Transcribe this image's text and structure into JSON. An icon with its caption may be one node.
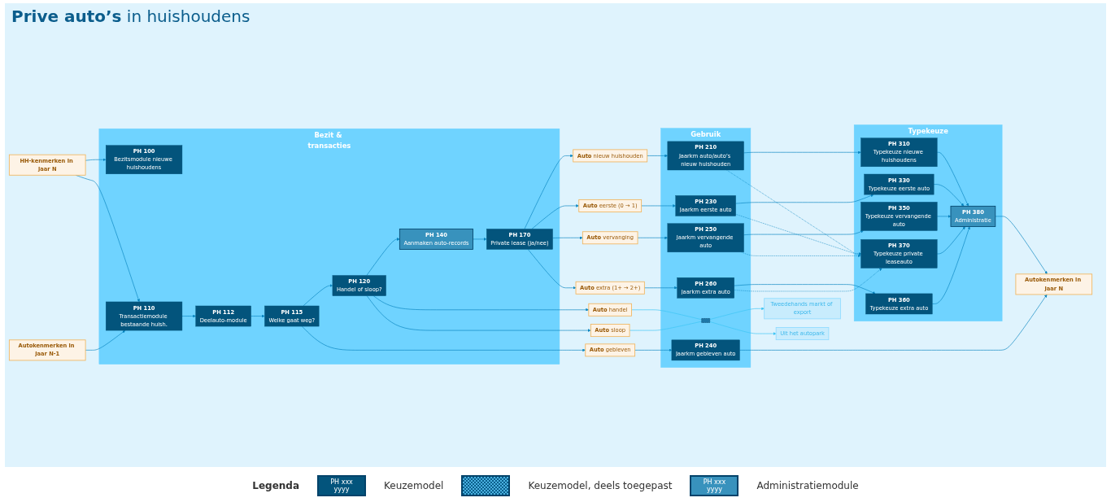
{
  "diagram": {
    "title": "**Prive auto’s** in huishoudens",
    "nodes": [
      {
        "text": [
          "HH-kenmerken in jaar N"
        ]
      },
      {
        "text": [
          "Autokenmerken in jaar N-1"
        ]
      },
      {
        "text": [
          "Bezit & transacties"
        ]
      },
      {
        "text": [
          "PH 100",
          "Bezitsmodule nieuwe huishoudens"
        ],
        "in": 2
      },
      {
        "text": [
          "PH 110",
          "Transactiemodule bestaande huish."
        ],
        "in": 2
      },
      {
        "text": [
          "PH 112",
          "Deelauto-module"
        ],
        "in": 2
      },
      {
        "text": [
          "PH 115",
          "Welke gaat weg?"
        ],
        "in": 2
      },
      {
        "text": [
          "PH 120",
          "Handel of sloop?"
        ],
        "in": 2
      },
      {
        "text": [
          "PH 140",
          "Aanmaken auto-records"
        ],
        "in": 2
      },
      {
        "text": [
          "PH 170",
          "Private lease (ja/nee)"
        ],
        "in": 2
      },
      {
        "text": [
          "**Auto** nieuw huishouden"
        ]
      },
      {
        "text": [
          "**Auto** eerste (0 → 1)"
        ]
      },
      {
        "text": [
          "**Auto** gebleven"
        ]
      },
      {
        "text": [
          "**Auto** handel"
        ]
      },
      {
        "text": [
          "**Auto** sloop"
        ]
      },
      {
        "text": [
          "**Auto** vervanging"
        ]
      },
      {
        "text": [
          "**Auto** extra (1+ → 2+)"
        ]
      },
      {
        "text": [
          "Gebruik"
        ]
      },
      {
        "text": [
          "PH 210",
          "Jaarkm auto/auto’s nieuw huishouden"
        ],
        "in": 17
      },
      {
        "text": [
          "PH 230",
          "Jaarkm eerste auto"
        ],
        "in": 17
      },
      {
        "text": [
          "PH 240",
          "Jaarkm gebleven auto"
        ],
        "in": 17
      },
      {
        "text": [],
        "shape": "box",
        "in": 17
      },
      {
        "text": [
          "PH 250",
          "Jaarkm vervangende auto"
        ],
        "in": 17
      },
      {
        "text": [
          "PH 260",
          "Jaarkm extra auto"
        ],
        "in": 17
      },
      {
        "text": [
          "Tweedehands markt of export"
        ]
      },
      {
        "text": [
          "Uit het autopark"
        ]
      },
      {
        "text": [
          "Typekeuze"
        ]
      },
      {
        "text": [
          "PH 310",
          "Typekeuze nieuwe huishoudens"
        ],
        "in": 26
      },
      {
        "text": [
          "PH 330",
          "Typekeuze eerste auto"
        ],
        "in": 26
      },
      {
        "text": [
          "PH 350",
          "Typekeuze vervangende auto"
        ],
        "in": 26
      },
      {
        "text": [
          "PH 360",
          "Typekeuze extra auto"
        ],
        "in": 26
      },
      {
        "text": [
          "PH 370",
          "Typekeuze private leaseauto"
        ],
        "in": 26
      },
      {
        "text": [
          "PH 380",
          "Administratie"
        ],
        "in": 26
      },
      {
        "text": [
          "Autokenmerken in jaar N"
        ]
      }
    ],
    "edges": [
      {
        "from": 0,
        "to": 3,
        "arrow": "to"
      },
      {
        "from": 0,
        "to": 4,
        "arrow": "to"
      },
      {
        "from": 1,
        "to": 4,
        "arrow": "to"
      },
      {
        "from": 4,
        "to": 5,
        "arrow": "to"
      },
      {
        "from": 5,
        "to": 6,
        "arrow": "to"
      },
      {
        "from": 6,
        "to": 7,
        "arrow": "to"
      },
      {
        "from": 7,
        "to": 8,
        "arrow": "to"
      },
      {
        "from": 8,
        "to": 9,
        "arrow": "to"
      },
      {
        "from": 6,
        "to": 12,
        "arrow": "to"
      },
      {
        "from": 7,
        "to": 13,
        "arrow": "to"
      },
      {
        "from": 7,
        "to": 14,
        "arrow": "to"
      },
      {
        "from": 9,
        "to": 10,
        "arrow": "to"
      },
      {
        "from": 9,
        "to": 11,
        "arrow": "to"
      },
      {
        "from": 9,
        "to": 15,
        "arrow": "to"
      },
      {
        "from": 9,
        "to": 16,
        "arrow": "to"
      },
      {
        "from": 10,
        "to": 18,
        "arrow": "to"
      },
      {
        "from": 11,
        "to": 19,
        "arrow": "to"
      },
      {
        "from": 12,
        "to": 20,
        "arrow": "to"
      },
      {
        "from": 13,
        "to": 21,
        "arrow": "none",
        "color": "#3cc4f5"
      },
      {
        "from": 14,
        "to": 21,
        "arrow": "none",
        "color": "#3cc4f5"
      },
      {
        "from": 21,
        "to": 24,
        "arrow": "to",
        "color": "#3cc4f5"
      },
      {
        "from": 21,
        "to": 25,
        "arrow": "to",
        "color": "#3cc4f5"
      },
      {
        "from": 15,
        "to": 22,
        "arrow": "to"
      },
      {
        "from": 16,
        "to": 23,
        "arrow": "to"
      },
      {
        "from": 18,
        "to": 27,
        "arrow": "to"
      },
      {
        "from": 19,
        "to": 28,
        "arrow": "to"
      },
      {
        "from": 22,
        "to": 29,
        "arrow": "to"
      },
      {
        "from": 23,
        "to": 30,
        "arrow": "to"
      },
      {
        "from": 18,
        "to": 31,
        "arrow": "to",
        "style": "dashed"
      },
      {
        "from": 19,
        "to": 31,
        "arrow": "to",
        "style": "dashed"
      },
      {
        "from": 22,
        "to": 31,
        "arrow": "to",
        "style": "dashed"
      },
      {
        "from": 23,
        "to": 31,
        "arrow": "to",
        "style": "dashed"
      },
      {
        "from": 20,
        "to": 33,
        "arrow": "to"
      },
      {
        "from": 27,
        "to": 32,
        "arrow": "to"
      },
      {
        "from": 28,
        "to": 32,
        "arrow": "to"
      },
      {
        "from": 29,
        "to": 32,
        "arrow": "to"
      },
      {
        "from": 30,
        "to": 32,
        "arrow": "to"
      },
      {
        "from": 31,
        "to": 32,
        "arrow": "to"
      },
      {
        "from": 32,
        "to": 33,
        "arrow": "to"
      }
    ],
    "labels": [
      "Legenda",
      "PH xxx",
      "yyyy",
      "PH xxx",
      "yyyy"
    ],
    "legend": [
      {
        "text": "Keuzemodel",
        "color": "#03547c"
      },
      {
        "text": "Keuzemodel, deels toegepast"
      },
      {
        "text": "Administratiemodule",
        "color": "#3892bd"
      }
    ]
  }
}
